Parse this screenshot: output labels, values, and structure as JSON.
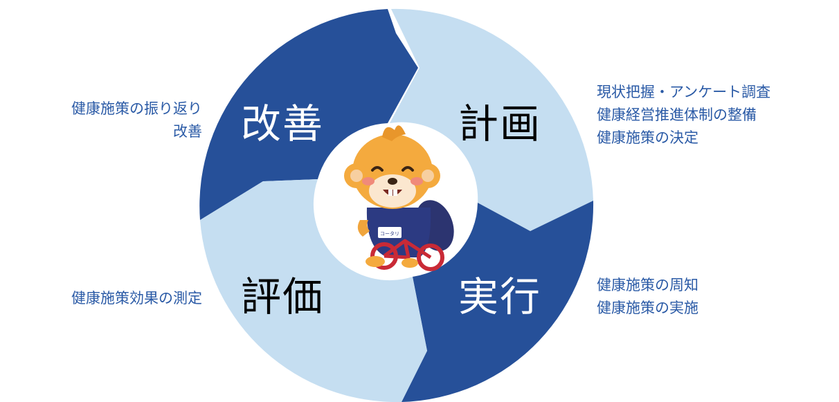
{
  "colors": {
    "dark": "#265099",
    "light": "#c5def1",
    "note_text": "#2a5aa6",
    "center": "#ffffff"
  },
  "segments": {
    "plan": {
      "label": "計画",
      "shade": "light"
    },
    "do": {
      "label": "実行",
      "shade": "dark"
    },
    "check": {
      "label": "評価",
      "shade": "light"
    },
    "improve": {
      "label": "改善",
      "shade": "dark"
    }
  },
  "notes": {
    "plan": [
      "現状把握・アンケート調査",
      "健康経営推進体制の整備",
      "健康施策の決定"
    ],
    "do": [
      "健康施策の周知",
      "健康施策の実施"
    ],
    "check": [
      "健康施策効果の測定"
    ],
    "improve": [
      "健康施策の振り返り",
      "改善"
    ]
  },
  "mascot": {
    "name_tag": "コータリ",
    "icon": "beaver-mascot-on-bicycle"
  }
}
